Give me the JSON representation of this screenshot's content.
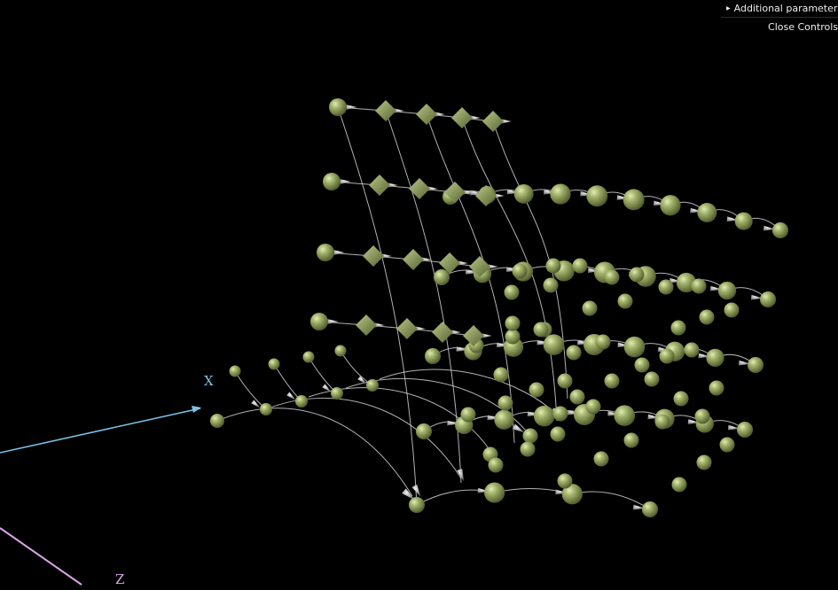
{
  "gui": {
    "folder_label": "Additional parameters",
    "close_label": "Close Controls"
  },
  "axes": {
    "x_label": "X",
    "z_label": "Z",
    "x_color": "#7ec3e6",
    "z_color": "#d9a7e6"
  },
  "colors": {
    "background": "#000000",
    "sphere": "#8e9f5b",
    "sphere_highlight": "#d6e1a6",
    "arrow": "#c8c8c8",
    "curve": "#d0d0d0",
    "gui_text": "#eeeeee"
  }
}
